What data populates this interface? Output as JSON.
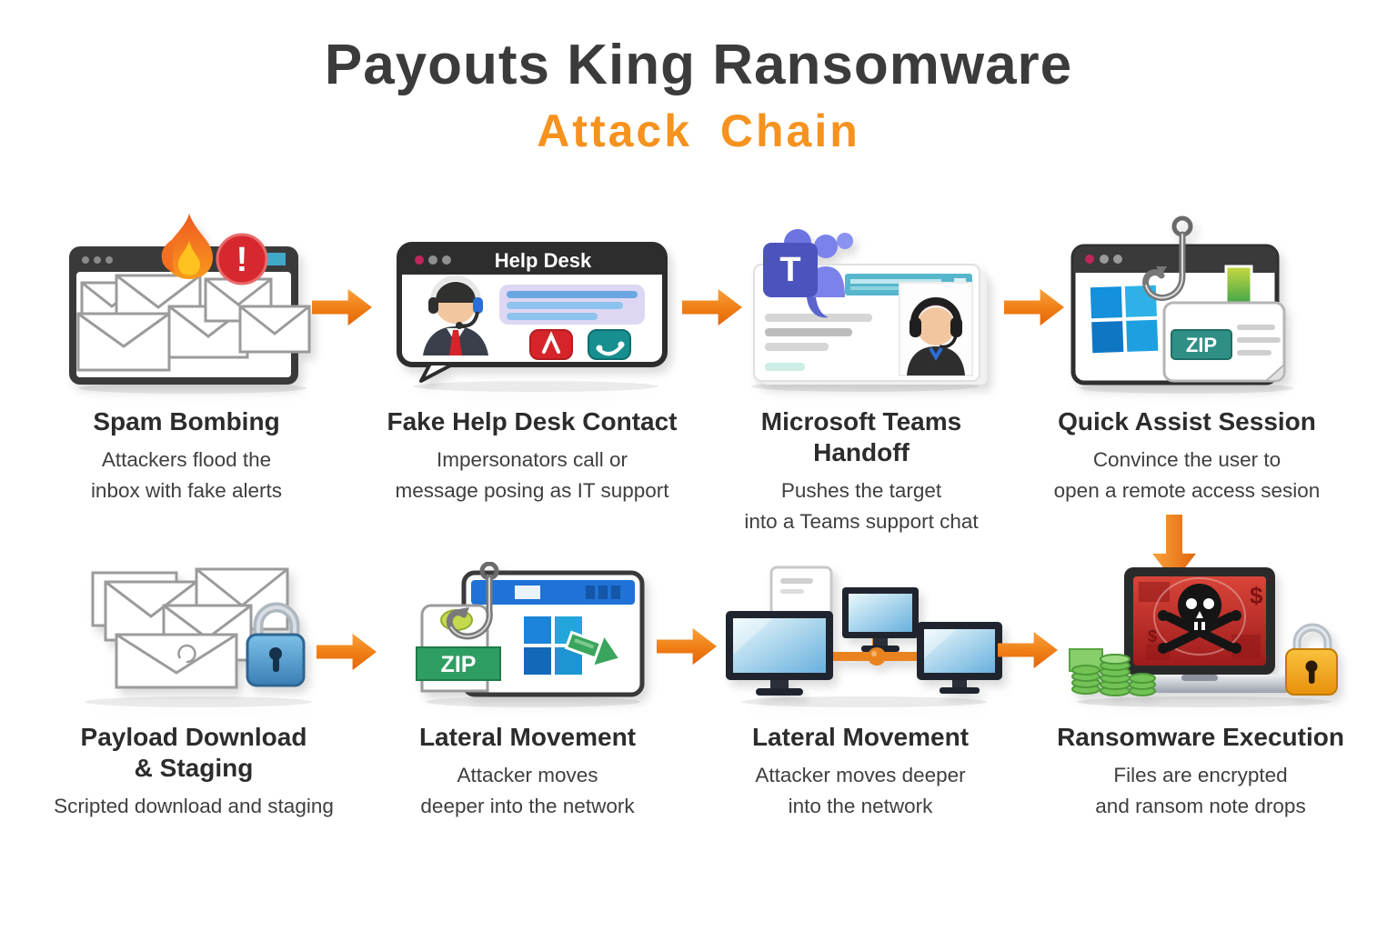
{
  "header": {
    "title": "Payouts King Ransomware",
    "subtitle": "Attack Chain"
  },
  "colors": {
    "title_text": "#3b3b3b",
    "subtitle_orange": "#f6921e",
    "arrow_orange": "#ef7d14",
    "step_title_text": "#2c2c2c",
    "step_description_text": "#3f3f3f"
  },
  "steps": [
    {
      "id": 1,
      "icon": "spam-inbox-browser-fire-alert",
      "title": "Spam Bombing",
      "description": "Attackers flood the\ninbox with fake alerts",
      "alert_mark": "!"
    },
    {
      "id": 2,
      "icon": "help-desk-window-support-agent",
      "title": "Fake Help Desk Contact",
      "description": "Impersonators call or\nmessage posing as IT support",
      "window_title": "Help Desk"
    },
    {
      "id": 3,
      "icon": "microsoft-teams-card-headset-agent",
      "title": "Microsoft Teams\nHandoff",
      "description": "Pushes the target\ninto a Teams support chat",
      "logo_letter": "T"
    },
    {
      "id": 4,
      "icon": "quick-assist-window-hook-zip-download",
      "title": "Quick Assist Session",
      "description": "Convince the user to\nopen a remote access sesion",
      "zip_label": "ZIP"
    },
    {
      "id": 5,
      "icon": "envelopes-with-padlock",
      "title": "Payload Download\n& Staging",
      "description": "Scripted download and staging"
    },
    {
      "id": 6,
      "icon": "zip-file-hook-windows-app",
      "title": "Lateral Movement",
      "description": "Attacker moves\ndeeper into the network",
      "zip_label": "ZIP"
    },
    {
      "id": 7,
      "icon": "networked-computers",
      "title": "Lateral Movement",
      "description": "Attacker moves deeper\ninto the network"
    },
    {
      "id": 8,
      "icon": "ransomware-laptop-skull-money-padlock",
      "title": "Ransomware Execution",
      "description": "Files are encrypted\nand ransom note drops",
      "dollar_sign": "$"
    }
  ]
}
